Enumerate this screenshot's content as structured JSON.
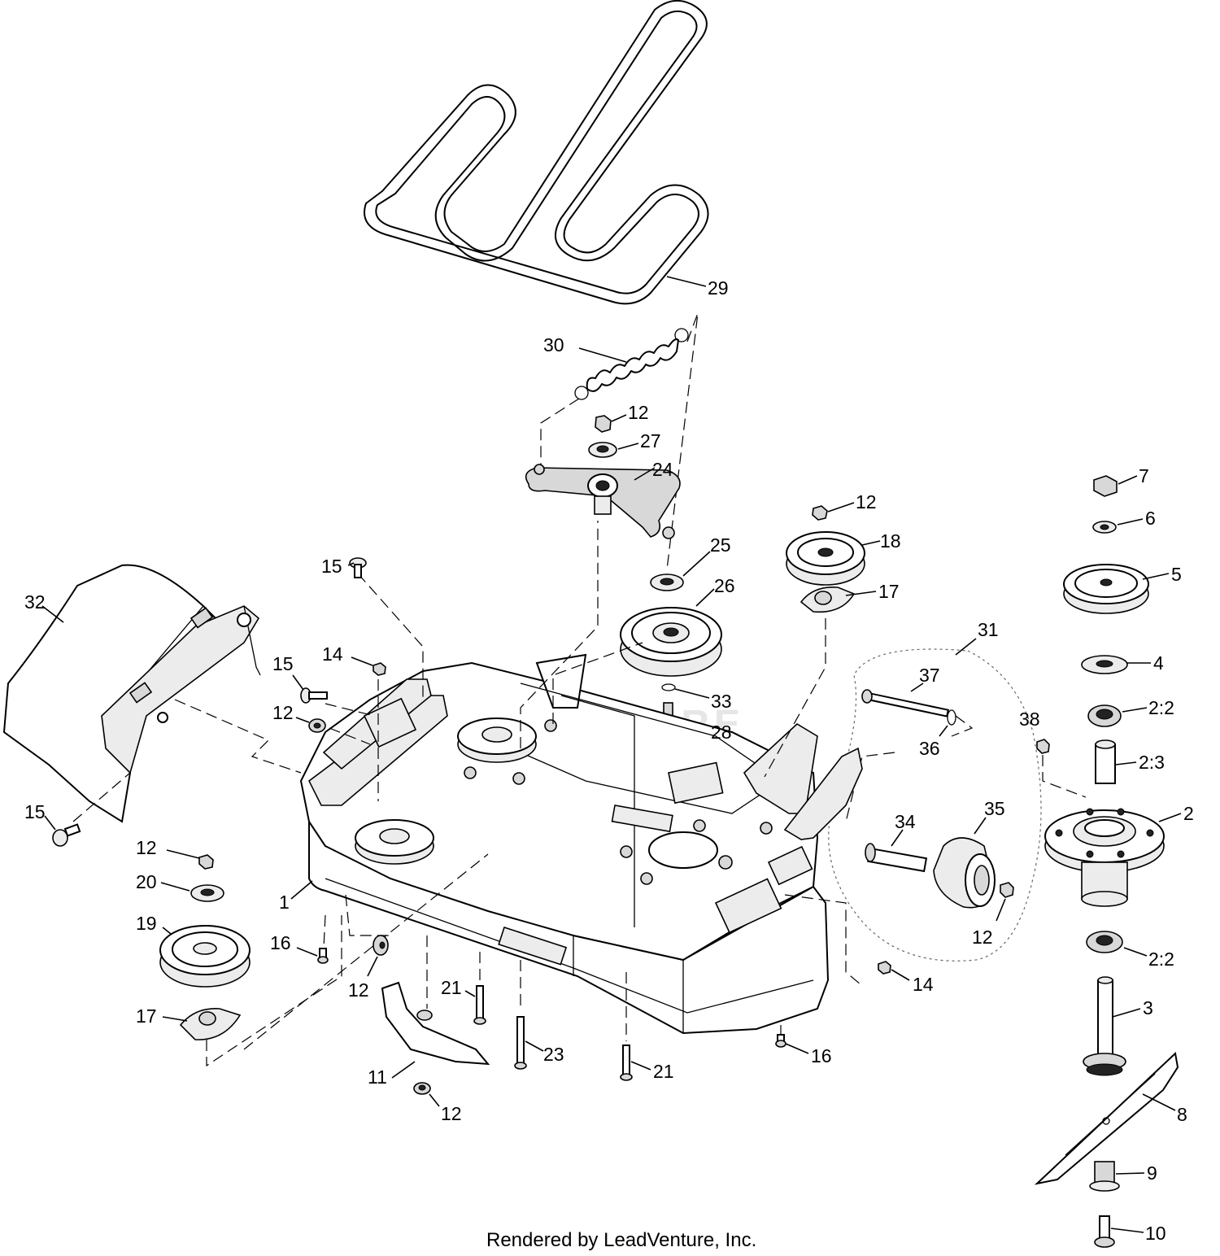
{
  "diagram": {
    "watermark": "LEADVENTURE",
    "footer": "Rendered by LeadVenture, Inc.",
    "callouts": [
      {
        "id": "c29",
        "label": "29"
      },
      {
        "id": "c30",
        "label": "30"
      },
      {
        "id": "c12a",
        "label": "12"
      },
      {
        "id": "c27",
        "label": "27"
      },
      {
        "id": "c24",
        "label": "24"
      },
      {
        "id": "c12b",
        "label": "12"
      },
      {
        "id": "c18",
        "label": "18"
      },
      {
        "id": "c17a",
        "label": "17"
      },
      {
        "id": "c25",
        "label": "25"
      },
      {
        "id": "c26",
        "label": "26"
      },
      {
        "id": "c33",
        "label": "33"
      },
      {
        "id": "c28",
        "label": "28"
      },
      {
        "id": "c7",
        "label": "7"
      },
      {
        "id": "c6",
        "label": "6"
      },
      {
        "id": "c5",
        "label": "5"
      },
      {
        "id": "c4",
        "label": "4"
      },
      {
        "id": "c22a",
        "label": "2:2"
      },
      {
        "id": "c23b",
        "label": "2:3"
      },
      {
        "id": "c2",
        "label": "2"
      },
      {
        "id": "c22b",
        "label": "2:2"
      },
      {
        "id": "c3",
        "label": "3"
      },
      {
        "id": "c8",
        "label": "8"
      },
      {
        "id": "c9",
        "label": "9"
      },
      {
        "id": "c10",
        "label": "10"
      },
      {
        "id": "c38",
        "label": "38"
      },
      {
        "id": "c31",
        "label": "31"
      },
      {
        "id": "c37",
        "label": "37"
      },
      {
        "id": "c36",
        "label": "36"
      },
      {
        "id": "c35",
        "label": "35"
      },
      {
        "id": "c34",
        "label": "34"
      },
      {
        "id": "c12c",
        "label": "12"
      },
      {
        "id": "c14a",
        "label": "14"
      },
      {
        "id": "c16a",
        "label": "16"
      },
      {
        "id": "c21a",
        "label": "21"
      },
      {
        "id": "c23",
        "label": "23"
      },
      {
        "id": "c21b",
        "label": "21"
      },
      {
        "id": "c11",
        "label": "11"
      },
      {
        "id": "c12d",
        "label": "12"
      },
      {
        "id": "c16b",
        "label": "16"
      },
      {
        "id": "c12e",
        "label": "12"
      },
      {
        "id": "c1",
        "label": "1"
      },
      {
        "id": "c17b",
        "label": "17"
      },
      {
        "id": "c19",
        "label": "19"
      },
      {
        "id": "c20",
        "label": "20"
      },
      {
        "id": "c12f",
        "label": "12"
      },
      {
        "id": "c15a",
        "label": "15"
      },
      {
        "id": "c32",
        "label": "32"
      },
      {
        "id": "c15b",
        "label": "15"
      },
      {
        "id": "c14b",
        "label": "14"
      },
      {
        "id": "c12g",
        "label": "12"
      },
      {
        "id": "c15c",
        "label": "15"
      }
    ]
  }
}
